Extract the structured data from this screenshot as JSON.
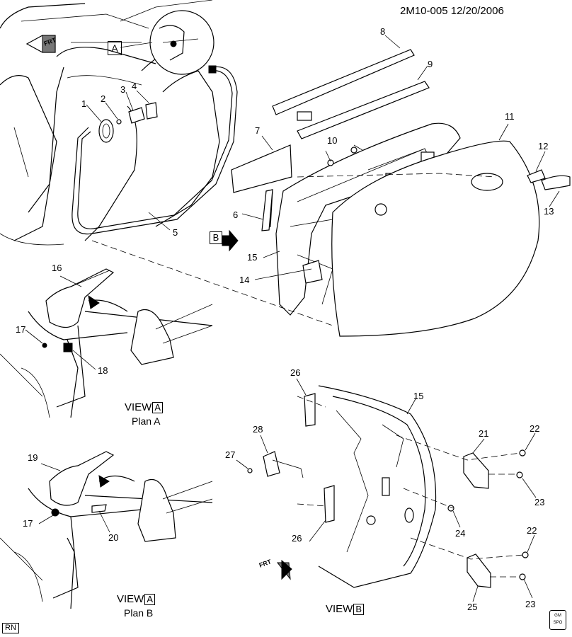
{
  "header": {
    "code": "2M10-005",
    "date": "12/20/2006",
    "text": "2M10-005  12/20/2006"
  },
  "callouts": [
    {
      "id": "c1",
      "label": "1"
    },
    {
      "id": "c2",
      "label": "2"
    },
    {
      "id": "c3",
      "label": "3"
    },
    {
      "id": "c4",
      "label": "4"
    },
    {
      "id": "c5",
      "label": "5"
    },
    {
      "id": "c6",
      "label": "6"
    },
    {
      "id": "c7",
      "label": "7"
    },
    {
      "id": "c8",
      "label": "8"
    },
    {
      "id": "c9",
      "label": "9"
    },
    {
      "id": "c10",
      "label": "10"
    },
    {
      "id": "c11",
      "label": "11"
    },
    {
      "id": "c12",
      "label": "12"
    },
    {
      "id": "c13",
      "label": "13"
    },
    {
      "id": "c14",
      "label": "14"
    },
    {
      "id": "c15",
      "label": "15"
    },
    {
      "id": "c15b",
      "label": "15"
    },
    {
      "id": "c16",
      "label": "16"
    },
    {
      "id": "c17",
      "label": "17"
    },
    {
      "id": "c17b",
      "label": "17"
    },
    {
      "id": "c18",
      "label": "18"
    },
    {
      "id": "c19",
      "label": "19"
    },
    {
      "id": "c20",
      "label": "20"
    },
    {
      "id": "c21",
      "label": "21"
    },
    {
      "id": "c22",
      "label": "22"
    },
    {
      "id": "c22b",
      "label": "22"
    },
    {
      "id": "c23",
      "label": "23"
    },
    {
      "id": "c23b",
      "label": "23"
    },
    {
      "id": "c24",
      "label": "24"
    },
    {
      "id": "c25",
      "label": "25"
    },
    {
      "id": "c26",
      "label": "26"
    },
    {
      "id": "c26b",
      "label": "26"
    },
    {
      "id": "c27",
      "label": "27"
    },
    {
      "id": "c28",
      "label": "28"
    }
  ],
  "view_markers": {
    "a": "A",
    "b": "B"
  },
  "views": {
    "plan_a": {
      "view": "VIEW",
      "letter": "A",
      "plan": "Plan A"
    },
    "plan_b": {
      "view": "VIEW",
      "letter": "A",
      "plan": "Plan B"
    },
    "view_b": {
      "view": "VIEW",
      "letter": "B"
    }
  },
  "direction_marker": "FRT",
  "footer": {
    "code": "RN",
    "logo_top": "GM",
    "logo_bottom": "SPO"
  }
}
